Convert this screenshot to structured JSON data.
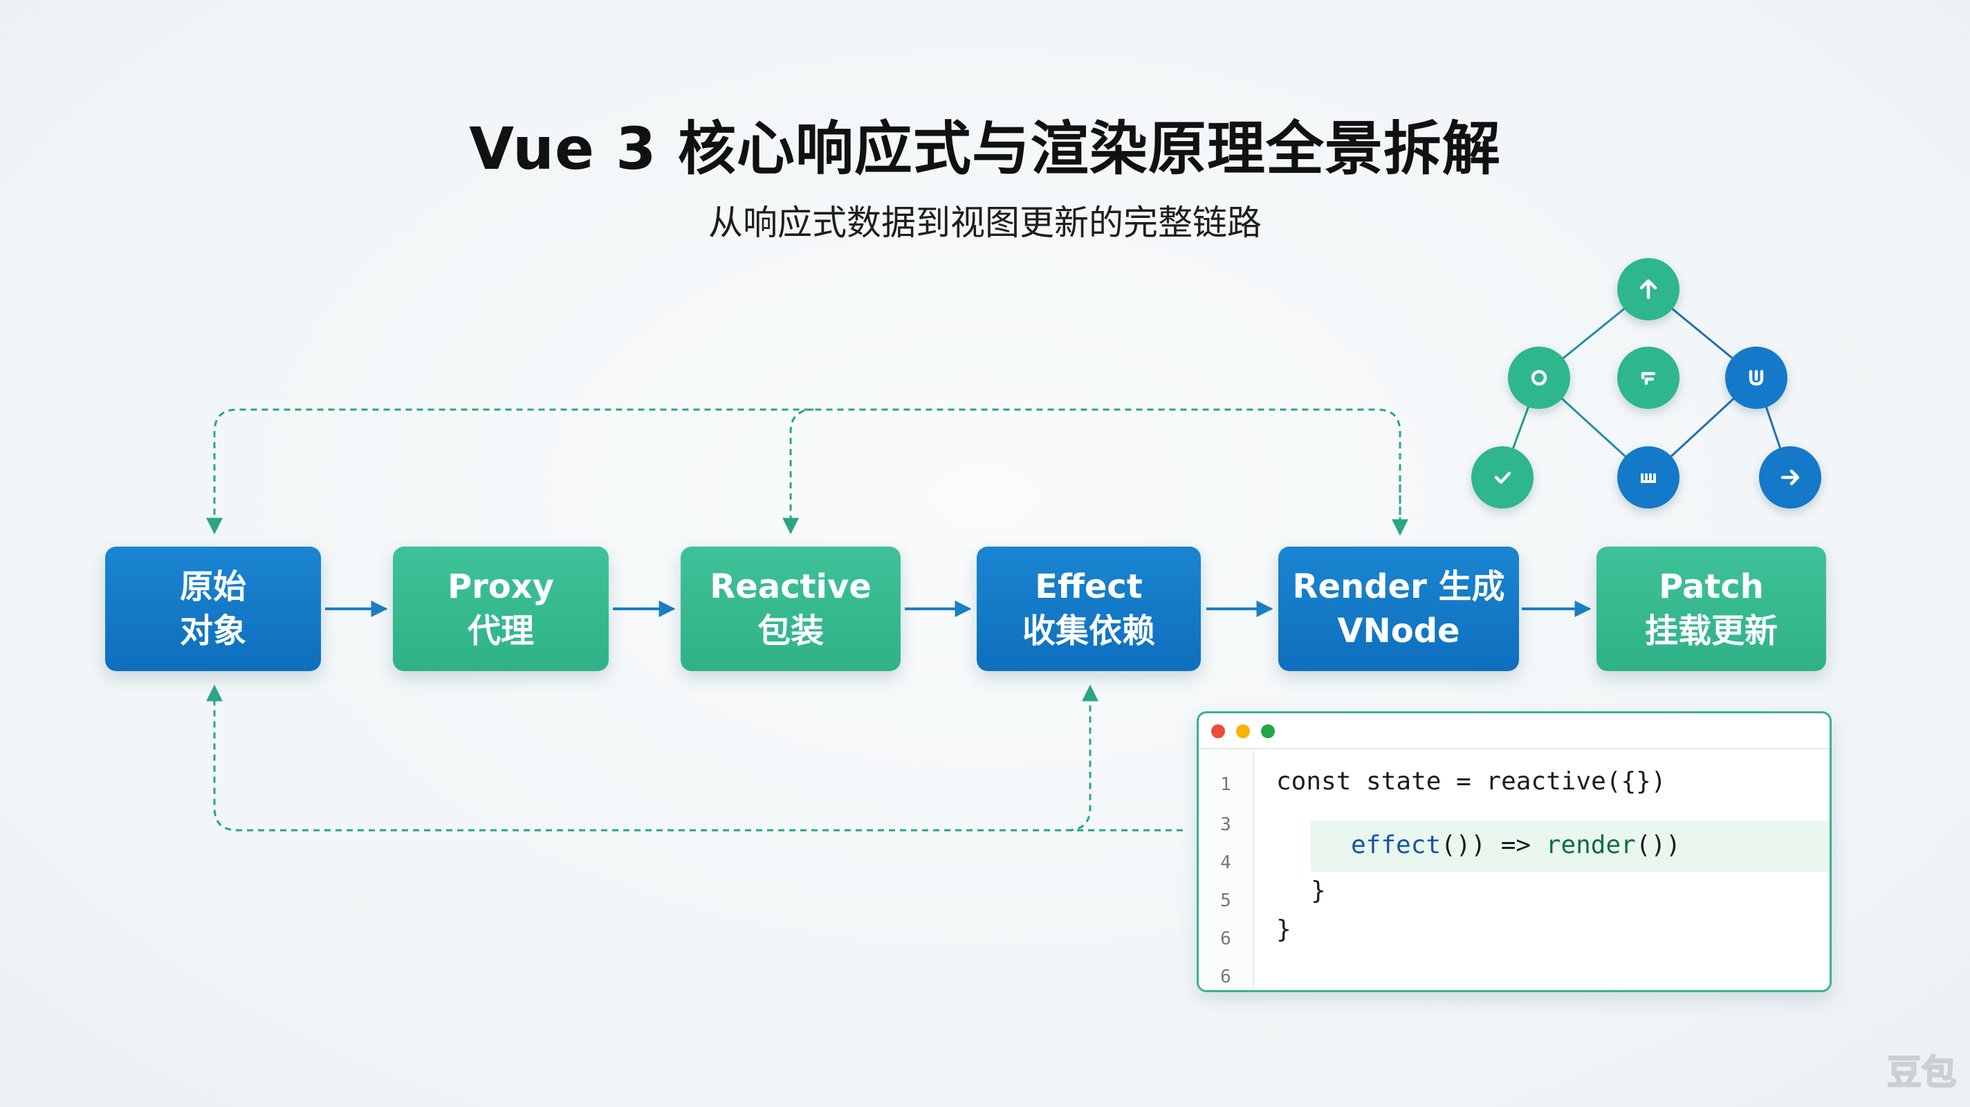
{
  "header": {
    "title": "Vue 3 核心响应式与渲染原理全景拆解",
    "subtitle": "从响应式数据到视图更新的完整链路"
  },
  "colors": {
    "blue": "#1479c9",
    "green": "#2fb287",
    "connector": "#2aa586",
    "arrow": "#1b7fc4",
    "title": "#111111"
  },
  "flow": {
    "steps": [
      {
        "line1": "原始",
        "line2": "对象",
        "color": "blue"
      },
      {
        "line1": "Proxy",
        "line2": "代理",
        "color": "green"
      },
      {
        "line1": "Reactive",
        "line2": "包装",
        "color": "green"
      },
      {
        "line1": "Effect",
        "line2": "收集依赖",
        "color": "blue"
      },
      {
        "line1": "Render 生成",
        "line2": "VNode",
        "color": "blue"
      },
      {
        "line1": "Patch",
        "line2": "挂载更新",
        "color": "green"
      }
    ]
  },
  "tree": {
    "nodes": [
      {
        "icon": "arrow-up-icon",
        "color": "green"
      },
      {
        "icon": "circle-icon",
        "color": "green"
      },
      {
        "icon": "flag-icon",
        "color": "green"
      },
      {
        "icon": "magnet-icon",
        "color": "blue"
      },
      {
        "icon": "check-icon",
        "color": "green"
      },
      {
        "icon": "grid-icon",
        "color": "blue"
      },
      {
        "icon": "arrow-right-icon",
        "color": "blue"
      }
    ]
  },
  "code_window": {
    "lines": [
      {
        "no": "1",
        "text": "const state = reactive({})"
      },
      {
        "no": "3",
        "text": ""
      },
      {
        "no": "4",
        "fn1": "effect",
        "mid": "()) => ",
        "fn2": "render",
        "tail": "())"
      },
      {
        "no": "5",
        "text": "}"
      },
      {
        "no": "6",
        "text": "}"
      },
      {
        "no": "6",
        "text": ""
      }
    ]
  },
  "watermark": "豆包"
}
